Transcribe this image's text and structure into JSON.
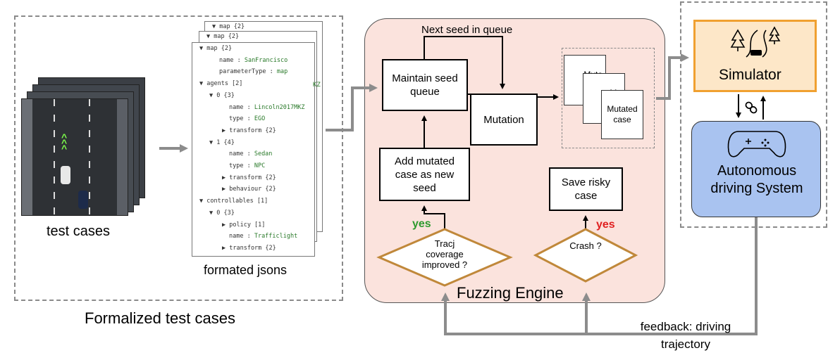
{
  "left_section": {
    "caption": "Formalized test cases",
    "test_cases_label": "test cases",
    "jsons_label": "formated jsons",
    "json_back_lines": [
      "▼ map {2}",
      "▼ map {2}"
    ],
    "json_lines": [
      {
        "t": "▼ map {2}"
      },
      {
        "k": "name : ",
        "v": "SanFrancisco"
      },
      {
        "k": "parameterType : ",
        "v": "map"
      },
      {
        "t": "▼ agents [2]"
      },
      {
        "t": "▼ 0 {3}"
      },
      {
        "k": "name : ",
        "v": "Lincoln2017MKZ"
      },
      {
        "k": "type : ",
        "v": "EGO"
      },
      {
        "t": "▶ transform {2}"
      },
      {
        "t": "▼ 1 {4}"
      },
      {
        "k": "name : ",
        "v": "Sedan"
      },
      {
        "k": "type : ",
        "v": "NPC"
      },
      {
        "t": "▶ transform {2}"
      },
      {
        "t": "▶ behaviour {2}"
      },
      {
        "t": "▼ controllables [1]"
      },
      {
        "t": "▼ 0 {3}"
      },
      {
        "t": "▶ policy [1]"
      },
      {
        "k": "name : ",
        "v": "Trafficlight"
      },
      {
        "t": "▶ transform {2}"
      }
    ],
    "json_partial": "KZ"
  },
  "fuzzing": {
    "title": "Fuzzing Engine",
    "next_seed": "Next seed in queue",
    "maintain": "Maintain seed queue",
    "mutation": "Mutation",
    "add_mutated": "Add mutated case as new seed",
    "save_risky": "Save risky case",
    "mutated_case": "Mutated case",
    "mutated_partial_1": "Muta",
    "mutated_partial_1b": "ca",
    "mutated_partial_2": "Mu",
    "mutated_partial_2b": "ca",
    "tracj": "Tracj coverage improved ?",
    "crash": "Crash ?",
    "yes_green": "yes",
    "yes_red": "yes"
  },
  "right_section": {
    "simulator": "Simulator",
    "ads": "Autonomous driving System"
  },
  "feedback": "feedback: driving trajectory",
  "colors": {
    "green": "#2e9a2e",
    "red": "#e02020",
    "pink": "#fbe3dd",
    "orange": "#f0a030",
    "orange_fill": "#fde7c8",
    "blue_fill": "#a9c3f0",
    "diamond": "#c0883a",
    "arrow_gray": "#8c8c8c"
  }
}
